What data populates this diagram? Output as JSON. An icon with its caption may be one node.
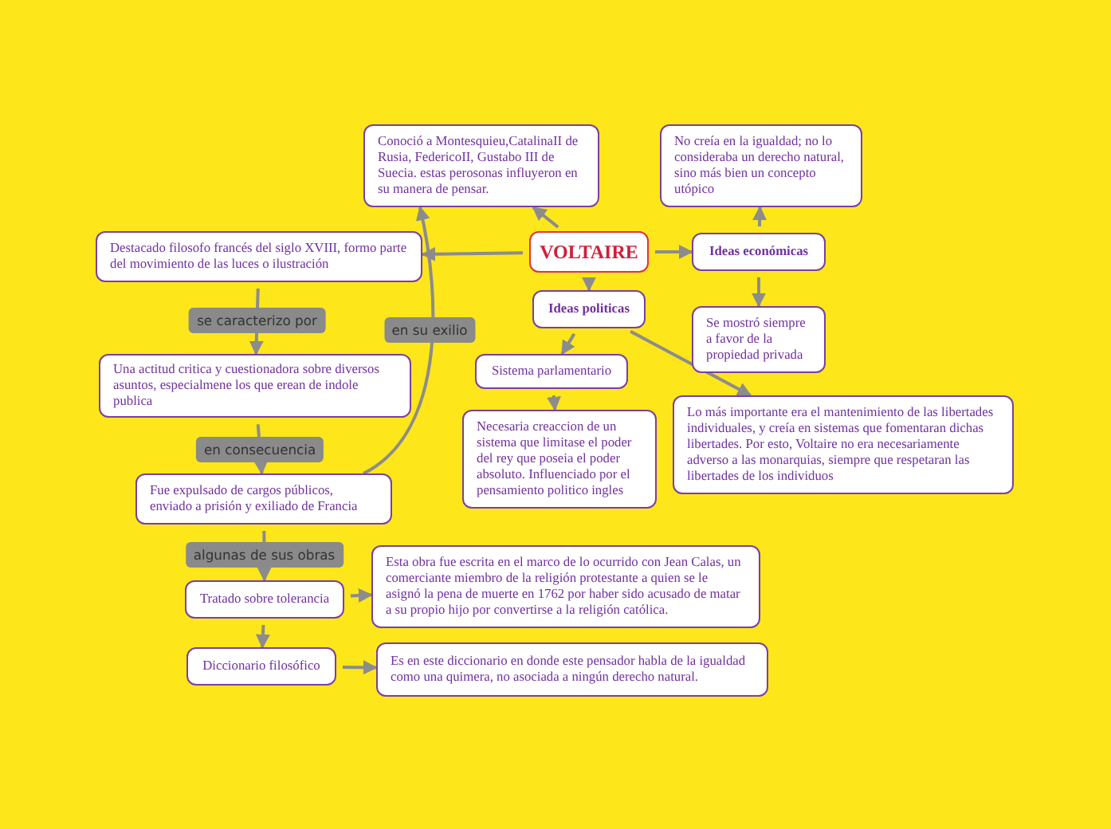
{
  "diagram": {
    "nodes": [
      {
        "text": [
          "VOLTAIRE"
        ]
      },
      {
        "text": [
          "Conoció a Montesquieu,CatalinaII de Rusia, FedericoII, Gustabo III de Suecia. estas perosonas influyeron en su manera de pensar."
        ]
      },
      {
        "text": [
          "Destacado filosofo francés del siglo XVIII, formo parte del movimiento de las luces o ilustración"
        ]
      },
      {
        "text": [
          "Ideas económicas"
        ]
      },
      {
        "text": [
          "No creía en la igualdad; no lo consideraba un derecho natural, sino más bien un concepto utópico"
        ]
      },
      {
        "text": [
          "Ideas politicas"
        ]
      },
      {
        "text": [
          "Se mostró siempre a favor de la propiedad privada"
        ]
      },
      {
        "text": [
          "Sistema parlamentario"
        ]
      },
      {
        "text": [
          "Necesaria creaccion de un sistema que limitase el poder del rey que poseia el poder absoluto. Influenciado por el pensamiento politico ingles"
        ]
      },
      {
        "text": [
          "Lo más importante era el mantenimiento de las libertades individuales, y creía en sistemas que fomentaran dichas libertades. Por esto, Voltaire no era necesariamente adverso a las monarquias, siempre que respetaran las libertades de los individuos"
        ]
      },
      {
        "text": [
          "Una actitud critica y cuestionadora sobre diversos asuntos, especialmene los que erean de indole publica"
        ]
      },
      {
        "text": [
          "Fue expulsado de cargos públicos, enviado a prisión y exiliado de Francia"
        ]
      },
      {
        "text": [
          "Tratado sobre tolerancia"
        ]
      },
      {
        "text": [
          "Esta obra fue escrita en el marco de lo ocurrido con Jean Calas, un comerciante miembro de la religión protestante a quien se le asignó la pena de muerte en 1762 por haber sido acusado de matar a su propio hijo por convertirse a la religión católica."
        ]
      },
      {
        "text": [
          "Diccionario filosófico"
        ]
      },
      {
        "text": [
          "Es en este diccionario en donde este pensador habla de la igualdad como una quimera, no asociada a ningún derecho natural."
        ]
      }
    ],
    "edges": [
      {
        "from": 0,
        "to": 1,
        "arrow": "to"
      },
      {
        "from": 0,
        "to": 2,
        "arrow": "to"
      },
      {
        "from": 0,
        "to": 3,
        "arrow": "to"
      },
      {
        "from": 0,
        "to": 5,
        "arrow": "to"
      },
      {
        "from": 3,
        "to": 4,
        "arrow": "to"
      },
      {
        "from": 3,
        "to": 6,
        "arrow": "to"
      },
      {
        "from": 5,
        "to": 7,
        "arrow": "to"
      },
      {
        "from": 5,
        "to": 9,
        "arrow": "to"
      },
      {
        "from": 7,
        "to": 8,
        "arrow": "to"
      },
      {
        "from": 2,
        "to": 10,
        "arrow": "to",
        "label": "se caracterizo por"
      },
      {
        "from": 11,
        "to": 1,
        "arrow": "to",
        "label": "en su exilio"
      },
      {
        "from": 10,
        "to": 11,
        "arrow": "to",
        "label": "en consecuencia"
      },
      {
        "from": 11,
        "to": 12,
        "arrow": "to",
        "label": "algunas de sus obras"
      },
      {
        "from": 12,
        "to": 13,
        "arrow": "to"
      },
      {
        "from": 12,
        "to": 14,
        "arrow": "to"
      },
      {
        "from": 14,
        "to": 15,
        "arrow": "to"
      }
    ]
  }
}
